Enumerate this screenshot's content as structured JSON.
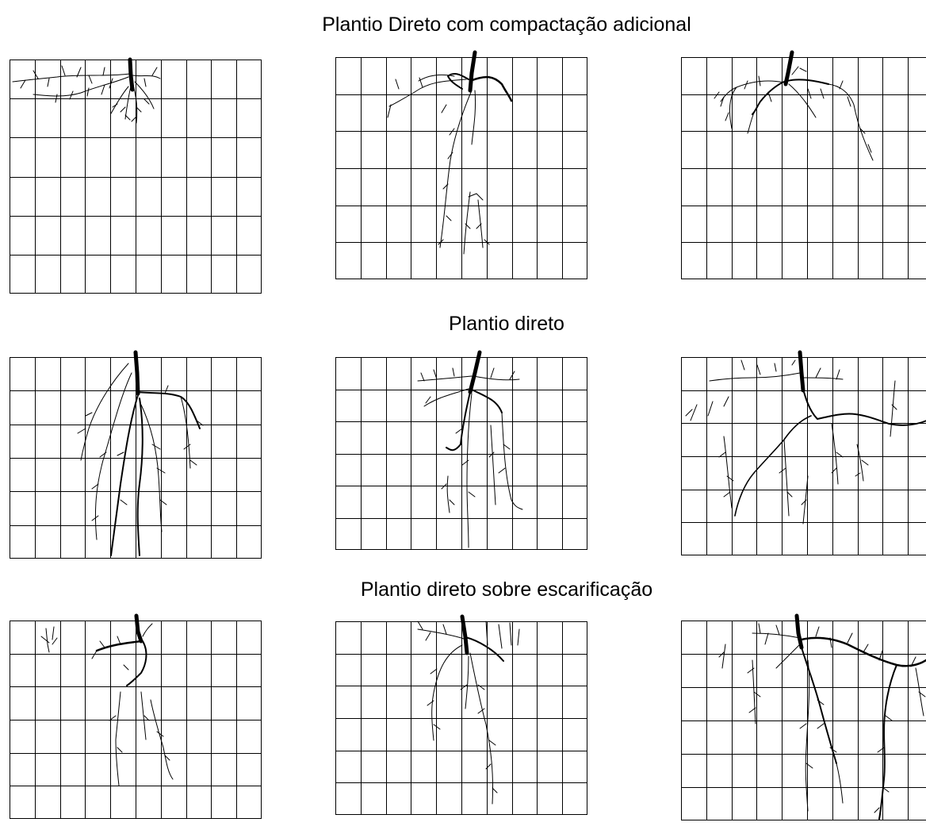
{
  "rows": [
    {
      "title": "Plantio Direto com compactação adicional"
    },
    {
      "title": "Plantio direto"
    },
    {
      "title": "Plantio direto sobre escarificação"
    }
  ],
  "grid": {
    "columns": 10,
    "rows": 6
  },
  "colors": {
    "line": "#000000",
    "background": "#ffffff"
  }
}
